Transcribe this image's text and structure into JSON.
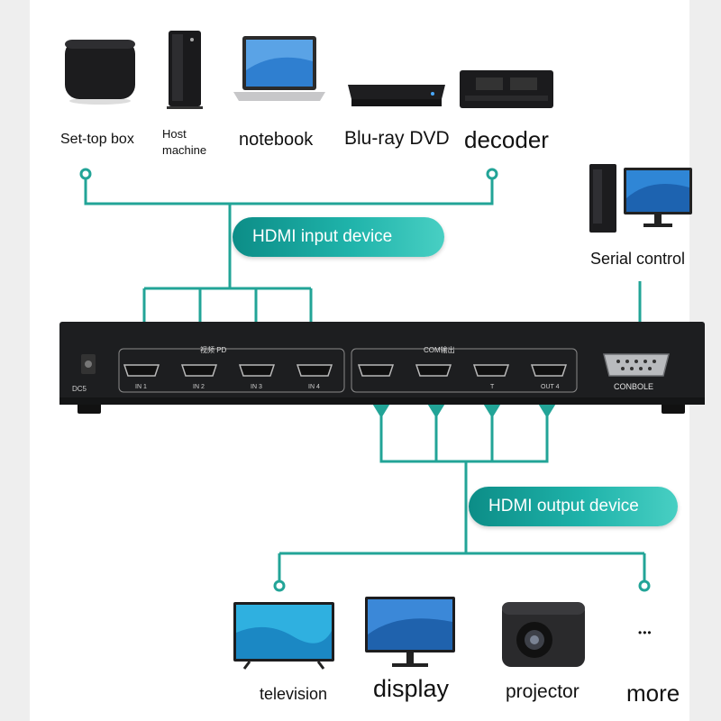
{
  "colors": {
    "line": "#22a497",
    "switcher_body": "#1d1e20",
    "pill": "#15a19a",
    "background": "#ffffff"
  },
  "inputs": {
    "pill_label": "HDMI input device",
    "devices": [
      {
        "label": "Set-top box",
        "icon": "set-top-box-icon"
      },
      {
        "label": "Host\nmachine",
        "icon": "host-machine-icon"
      },
      {
        "label": "notebook",
        "icon": "notebook-icon"
      },
      {
        "label": "Blu-ray DVD",
        "icon": "blu-ray-dvd-icon"
      },
      {
        "label": "decoder",
        "icon": "decoder-icon"
      }
    ]
  },
  "serial": {
    "label": "Serial control",
    "icon": "desktop-computer-icon"
  },
  "switcher": {
    "power_label": "DC5",
    "input_group_label": "视频 PD",
    "output_group_label": "COM输出",
    "input_ports": [
      "IN 1",
      "IN 2",
      "IN 3",
      "IN 4"
    ],
    "output_ports": [
      "",
      "",
      "T",
      "OUT 4"
    ],
    "console_label": "CONBOLE"
  },
  "outputs": {
    "pill_label": "HDMI output device",
    "devices": [
      {
        "label": "television",
        "icon": "television-icon"
      },
      {
        "label": "display",
        "icon": "monitor-icon"
      },
      {
        "label": "projector",
        "icon": "projector-icon"
      },
      {
        "label": "more",
        "icon": "ellipsis-icon",
        "symbol": "•••"
      }
    ]
  }
}
